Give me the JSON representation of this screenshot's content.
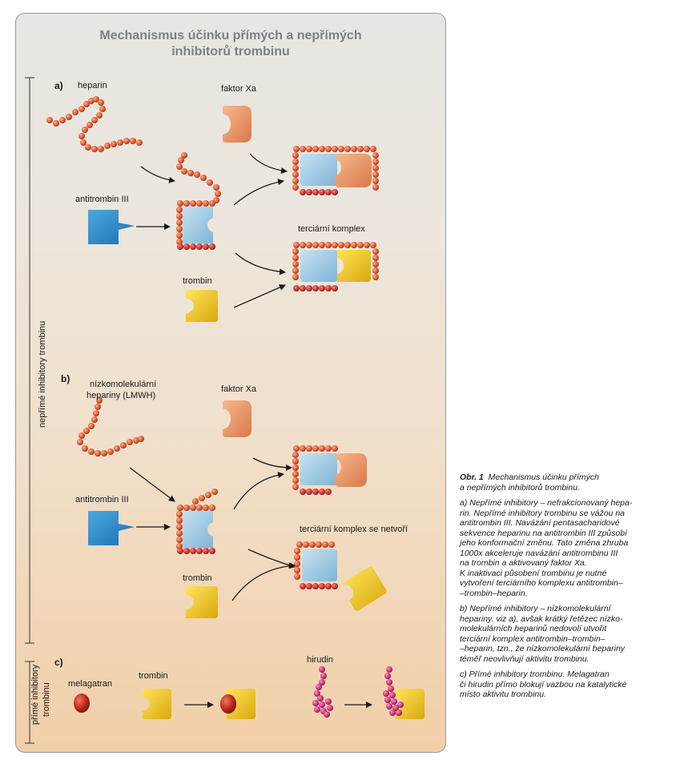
{
  "title": {
    "line1": "Mechanismus účinku přímých a nepřímých",
    "line2": "inhibitorů trombinu"
  },
  "side_labels": {
    "indirect": "nepřímé inhibitory trombinu",
    "direct_line1": "přímé inhibitory",
    "direct_line2": "trombinu"
  },
  "section_a": {
    "letter": "a)",
    "heparin": "heparin",
    "factor_xa": "faktor Xa",
    "antithrombin": "antitrombin III",
    "thrombin": "trombin",
    "ternary": "terciární komplex"
  },
  "section_b": {
    "letter": "b)",
    "lmwh_line1": "nízkomolekulární",
    "lmwh_line2": "hepariny (LMWH)",
    "factor_xa": "faktor Xa",
    "antithrombin": "antitrombin III",
    "no_ternary": "terciární komplex se netvoří",
    "thrombin": "trombin"
  },
  "section_c": {
    "letter": "c)",
    "melagatran": "melagatran",
    "thrombin": "trombin",
    "hirudin": "hirudin"
  },
  "caption": {
    "head_bold": "Obr. 1",
    "head_line1": "Mechanismus účinku přímých",
    "head_line2": "a nepřímých inhibitorů trombinu.",
    "a_lines": [
      "a) Nepřímé inhibitory – nefrakcionovaný hepa-",
      "rin. Nepřímé inhibitory trombinu se vážou na",
      "antitrombin III. Navázání pentasacharidové",
      "sekvence heparinu na antitrombin III způsobí",
      "jeho konformační změnu. Tato změna zhruba",
      "1000x akceleruje navázání antitrombinu III",
      "na trombin a aktivovaný faktor Xa.",
      "K inaktivaci působení trombinu je nutné",
      "vytvoření terciárního komplexu antitrombin–",
      "–trombin–heparin."
    ],
    "b_lines": [
      "b) Nepřímé inhibitory – nízkomolekulární",
      "hepariny. viz a), avšak krátký řetězec nízko-",
      "molekulárních heparinů nedovolí utvořit",
      "terciární komplex antitrombin–trombin–",
      "–heparin, tzn., že nízkomolekulární hepariny",
      "téměř neovlivňují aktivitu trombinu."
    ],
    "c_lines": [
      "c) Přímé inhibitory trombinu. Melagatran",
      "či hirudin přímo blokují vazbou na katalytické",
      "místo aktivitu trombinu."
    ]
  },
  "colors": {
    "bead": "#e2613a",
    "bead_dark": "#c8432a",
    "antithrombin": "#9cc9e2",
    "antithrombin_free": "#1e88cc",
    "thrombin": "#f0c416",
    "factor_xa": "#ec9a6c",
    "melagatran": "#c0281e",
    "hirudin": "#d63a80"
  }
}
